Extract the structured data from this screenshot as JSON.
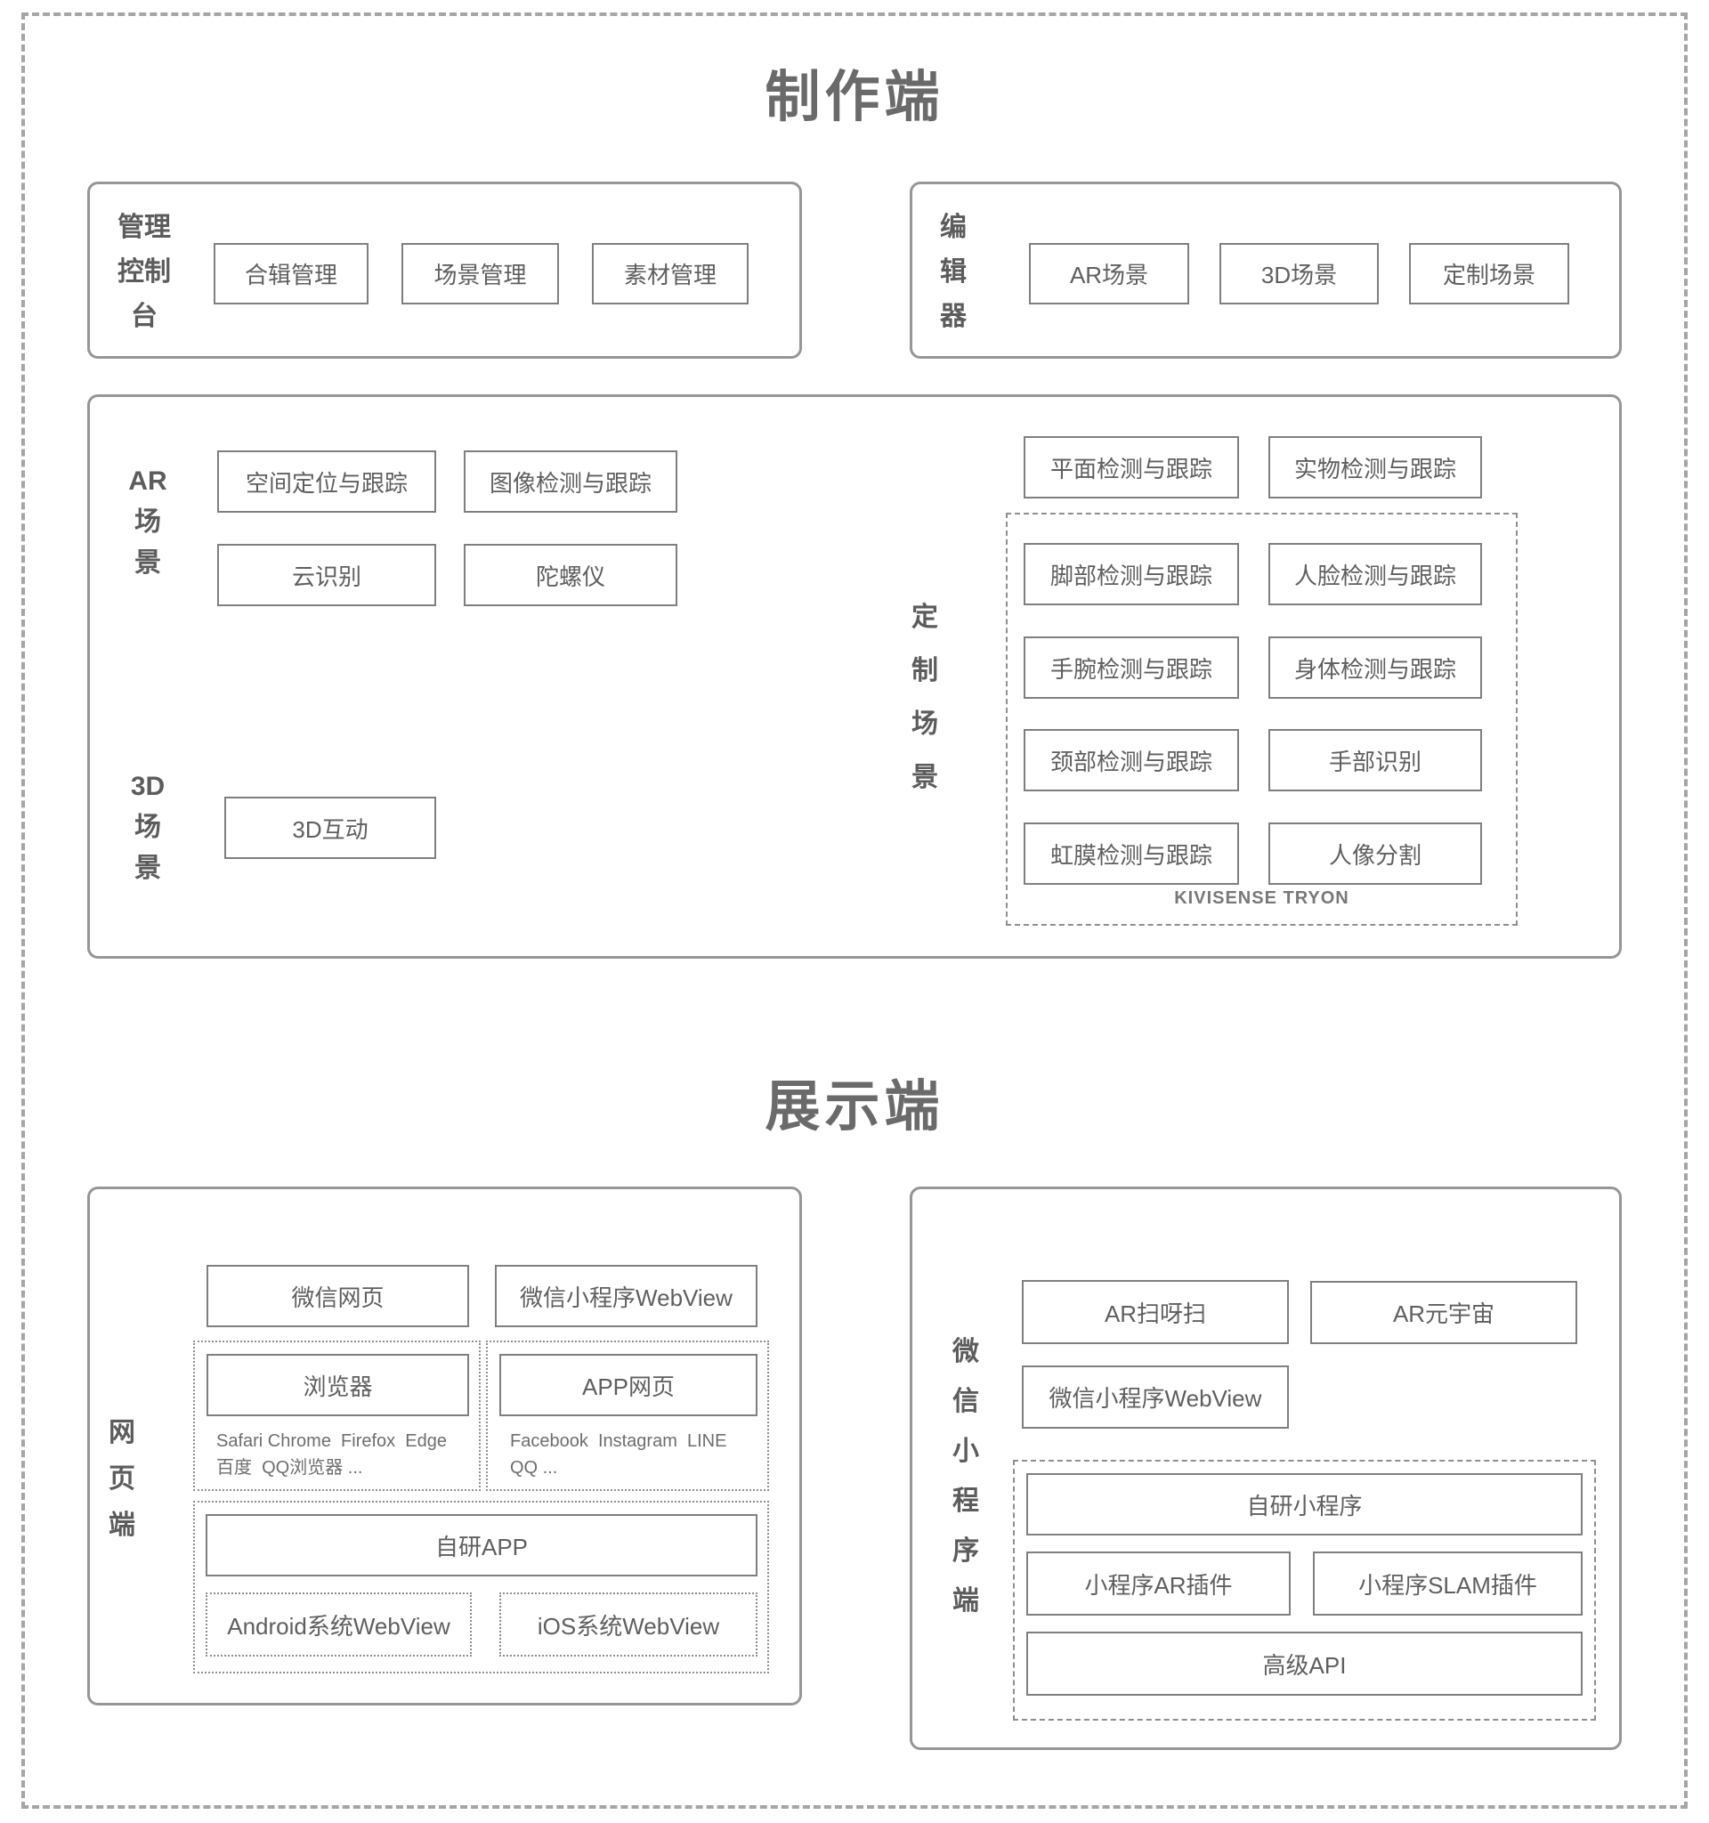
{
  "colors": {
    "border_gray": "#8f8f8f",
    "text_gray": "#5f5f5f",
    "title_gray": "#6a6a6a"
  },
  "production": {
    "title": "制作端",
    "admin_console": {
      "label": "管理\n控制\n台",
      "items": [
        "合辑管理",
        "场景管理",
        "素材管理"
      ]
    },
    "editor": {
      "label": "编\n辑\n器",
      "items": [
        "AR场景",
        "3D场景",
        "定制场景"
      ]
    },
    "capabilities": {
      "ar_scene": {
        "label": "AR\n场\n景",
        "items": [
          "空间定位与跟踪",
          "图像检测与跟踪",
          "云识别",
          "陀螺仪"
        ]
      },
      "three_d_scene": {
        "label": "3D\n场\n景",
        "items": [
          "3D互动"
        ]
      },
      "custom_scene": {
        "label": "定\n制\n场\n景",
        "top_items": [
          "平面检测与跟踪",
          "实物检测与跟踪"
        ],
        "tryon": {
          "items": [
            "脚部检测与跟踪",
            "人脸检测与跟踪",
            "手腕检测与跟踪",
            "身体检测与跟踪",
            "颈部检测与跟踪",
            "手部识别",
            "虹膜检测与跟踪",
            "人像分割"
          ],
          "caption": "KIVISENSE TRYON"
        }
      }
    }
  },
  "display": {
    "title": "展示端",
    "web": {
      "label": "网\n页\n端",
      "wechat_web": "微信网页",
      "wechat_mini_webview": "微信小程序WebView",
      "browser": {
        "title": "浏览器",
        "caption": "Safari Chrome  Firefox  Edge\n百度  QQ浏览器 ..."
      },
      "app_web": {
        "title": "APP网页",
        "caption": "Facebook  Instagram  LINE\nQQ ..."
      },
      "self_app": "自研APP",
      "android_webview": "Android系统WebView",
      "ios_webview": "iOS系统WebView"
    },
    "wechat_mini": {
      "label": "微\n信\n小\n程\n序\n端",
      "ar_scan": "AR扫呀扫",
      "ar_metaverse": "AR元宇宙",
      "webview": "微信小程序WebView",
      "self_mini_program": "自研小程序",
      "ar_plugin": "小程序AR插件",
      "slam_plugin": "小程序SLAM插件",
      "advanced_api": "高级API"
    }
  }
}
